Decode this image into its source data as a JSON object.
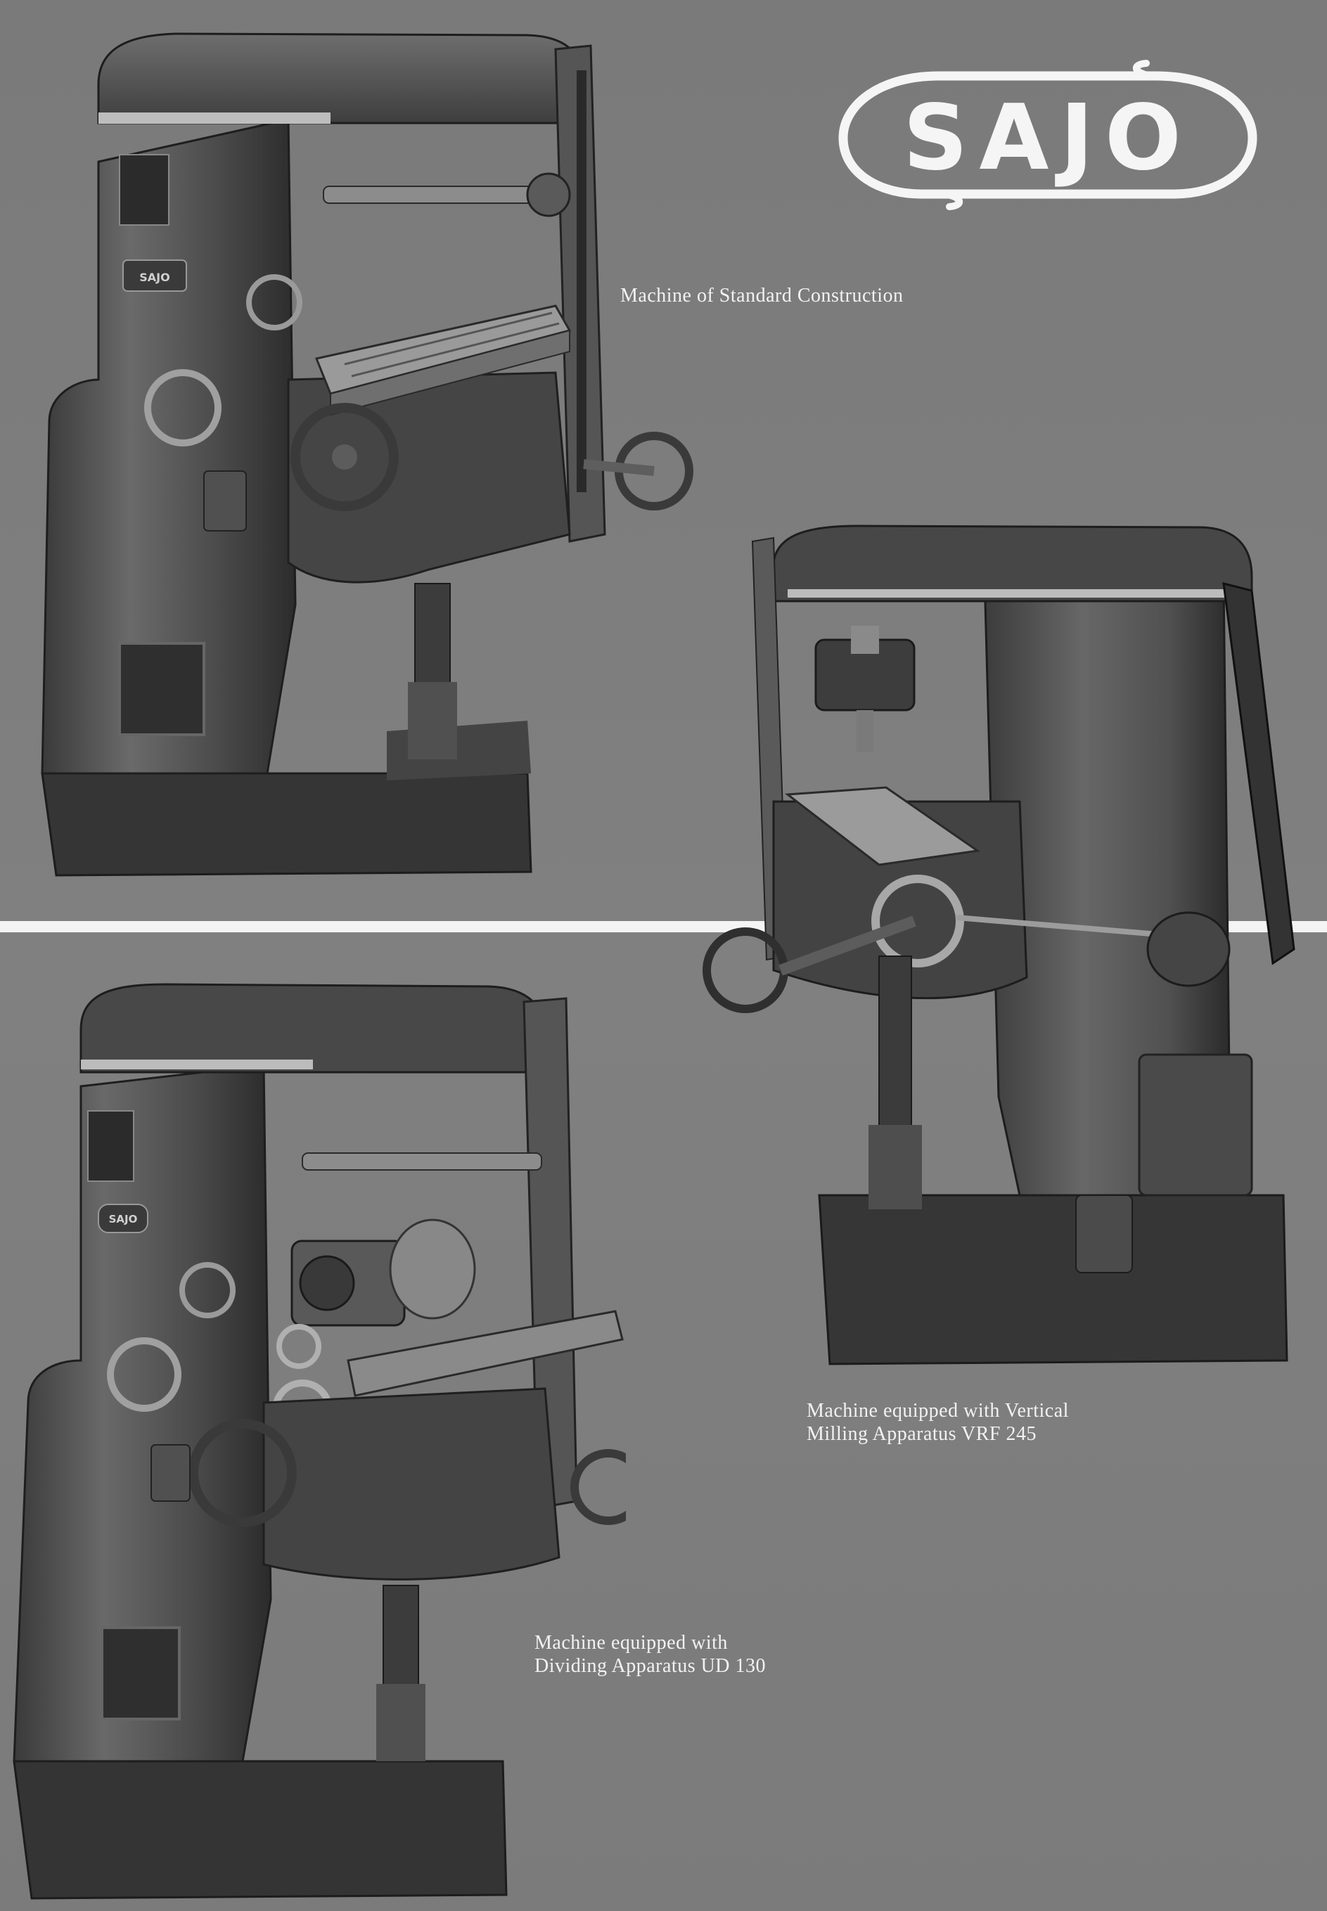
{
  "brand": {
    "logo_text": "SAJO"
  },
  "captions": {
    "standard": "Machine of Standard Construction",
    "vertical_line1": "Machine equipped with Vertical",
    "vertical_line2": "Milling Apparatus VRF 245",
    "dividing_line1": "Machine equipped with",
    "dividing_line2": "Dividing Apparatus UD 130"
  },
  "figures": {
    "standard": {
      "tag": "SAJO"
    },
    "dividing": {
      "tag": "SAJO"
    }
  }
}
